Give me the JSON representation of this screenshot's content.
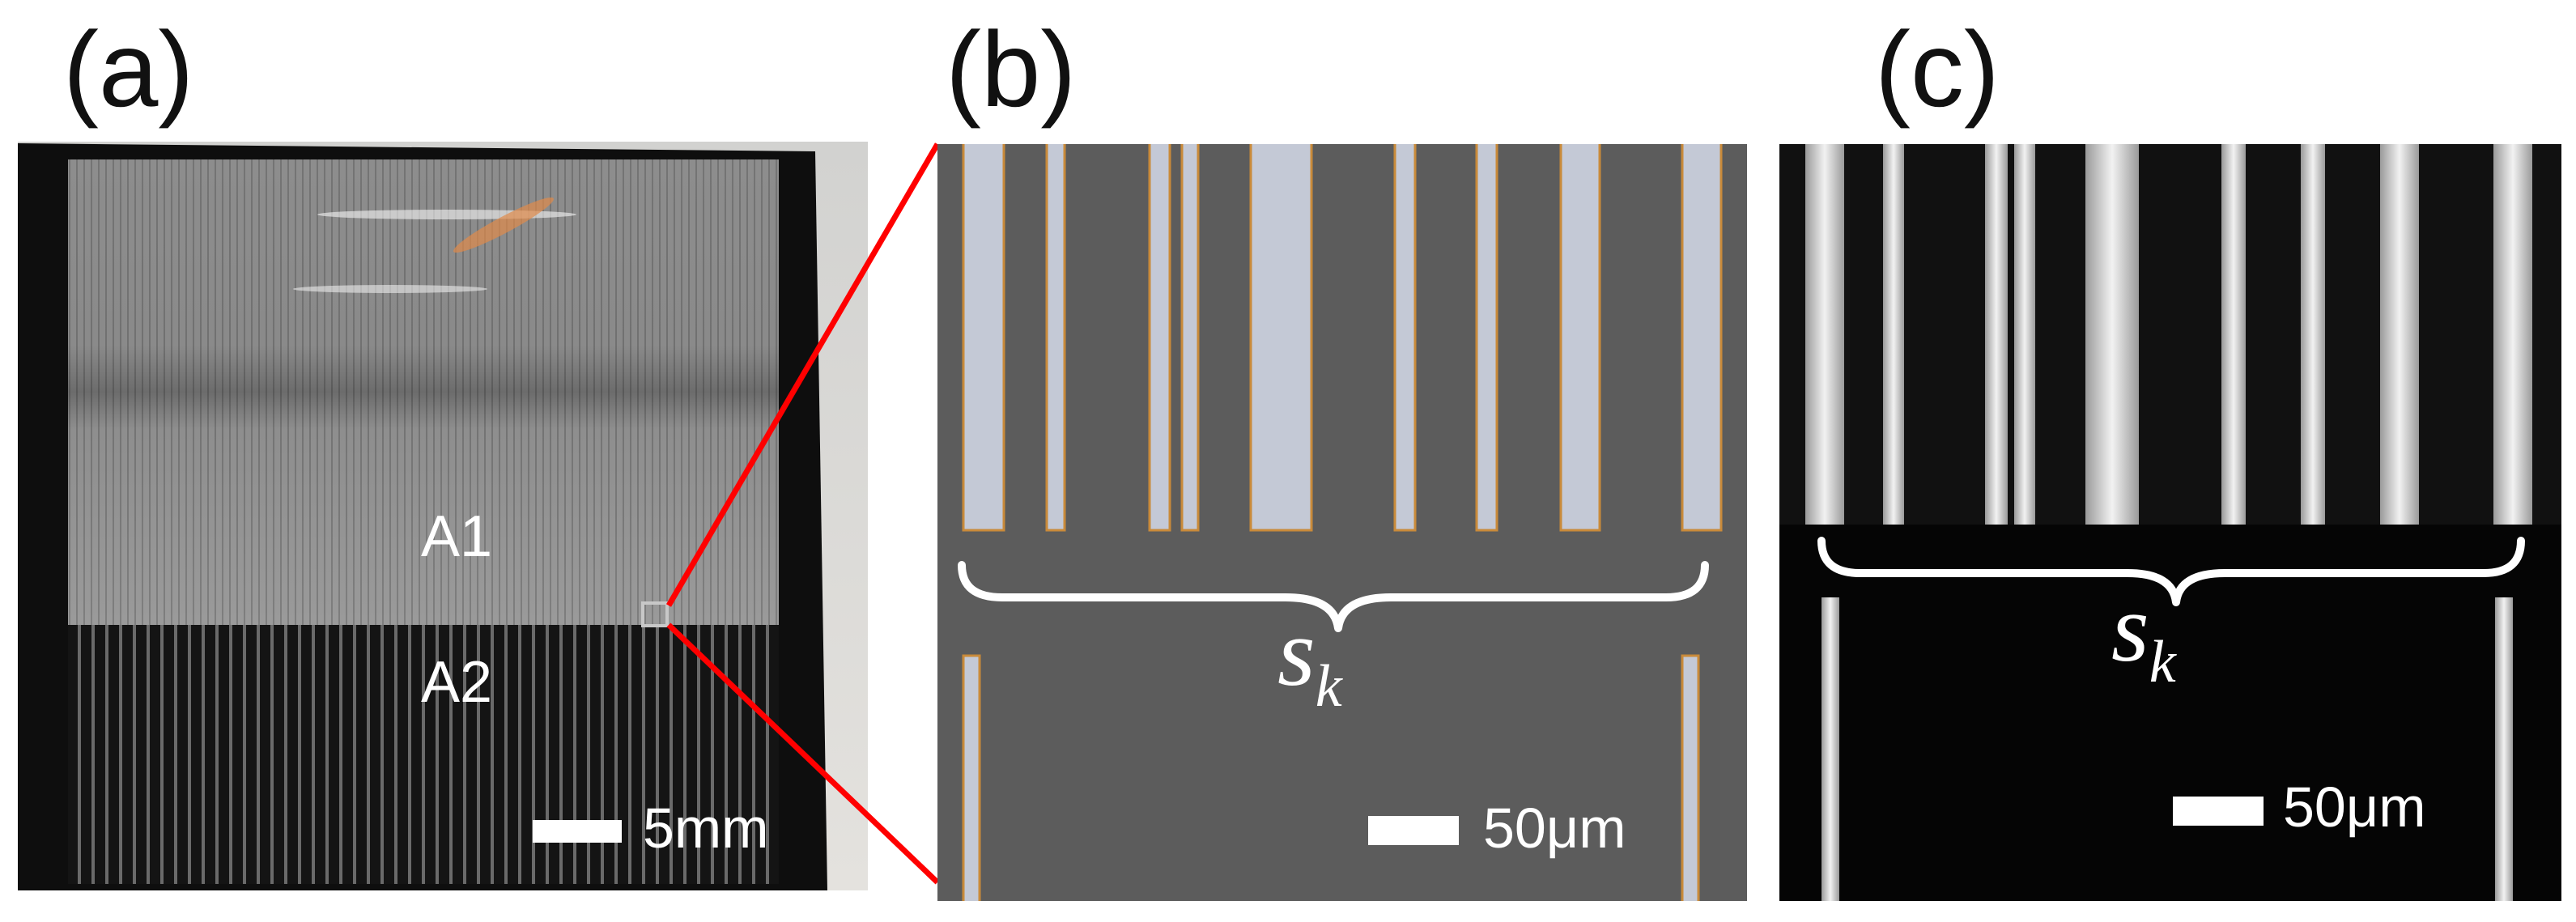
{
  "panels": {
    "a": {
      "label": "(a)",
      "regions": {
        "a1": "A1",
        "a2": "A2"
      },
      "scalebar": "5mm"
    },
    "b": {
      "label": "(b)",
      "brace_label": "s",
      "brace_sub": "k",
      "scalebar": "50μm"
    },
    "c": {
      "label": "(c)",
      "brace_label": "s",
      "brace_sub": "k",
      "scalebar": "50μm"
    }
  },
  "colors": {
    "simulation_bg": "#5c5c5c",
    "simulation_slit": "#c4c9d6",
    "slit_edge": "#c98a3a",
    "connector": "#ff0000",
    "micrograph_bg": "#050505"
  }
}
